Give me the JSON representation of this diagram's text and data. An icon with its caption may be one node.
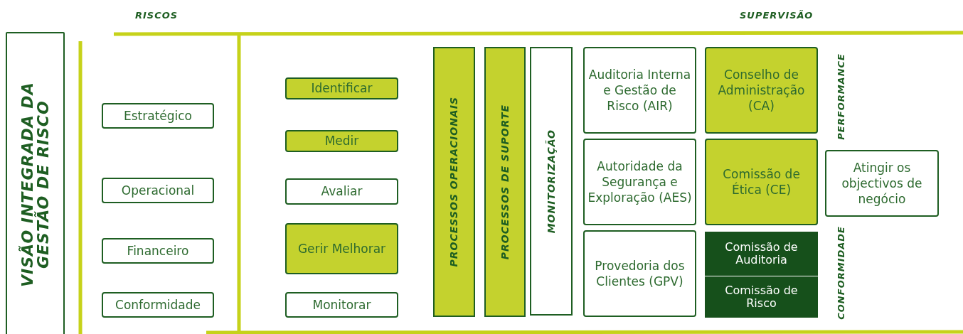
{
  "diagram": {
    "nodes": [
      {
        "text": [
          "VISÃO INTEGRADA DA GESTÃO DE RISCO"
        ]
      },
      {
        "text": [
          "Estratégico"
        ]
      },
      {
        "text": [
          "Operacional"
        ]
      },
      {
        "text": [
          "Financeiro"
        ]
      },
      {
        "text": [
          "Conformidade"
        ]
      },
      {
        "text": [
          "Identificar"
        ]
      },
      {
        "text": [
          "Medir"
        ]
      },
      {
        "text": [
          "Avaliar"
        ]
      },
      {
        "text": [
          "Gerir Melhorar"
        ]
      },
      {
        "text": [
          "Monitorar"
        ]
      },
      {
        "text": [
          "PROCESSOS OPERACIONAIS"
        ]
      },
      {
        "text": [
          "PROCESSOS DE SUPORTE"
        ]
      },
      {
        "text": [
          "MONITORIZAÇÃO"
        ]
      },
      {
        "text": [
          "Auditoria Interna e Gestão de Risco (AIR)"
        ]
      },
      {
        "text": [
          "Autoridade da Segurança e Exploração (AES)"
        ]
      },
      {
        "text": [
          "Provedoria dos Clientes (GPV)"
        ]
      },
      {
        "text": [
          "Conselho de Administração (CA)"
        ]
      },
      {
        "text": [
          "Comissão de Ética (CE)"
        ]
      },
      {
        "text": [
          "Comissão de Auditoria"
        ]
      },
      {
        "text": [
          "Comissão de Risco"
        ]
      },
      {
        "text": [
          "Atingir os objectivos de negócio"
        ]
      }
    ],
    "edges": [],
    "labels": [
      "RISCOS",
      "SUPERVISÃO",
      "PERFORMANCE",
      "CONFORMIDADE"
    ]
  }
}
